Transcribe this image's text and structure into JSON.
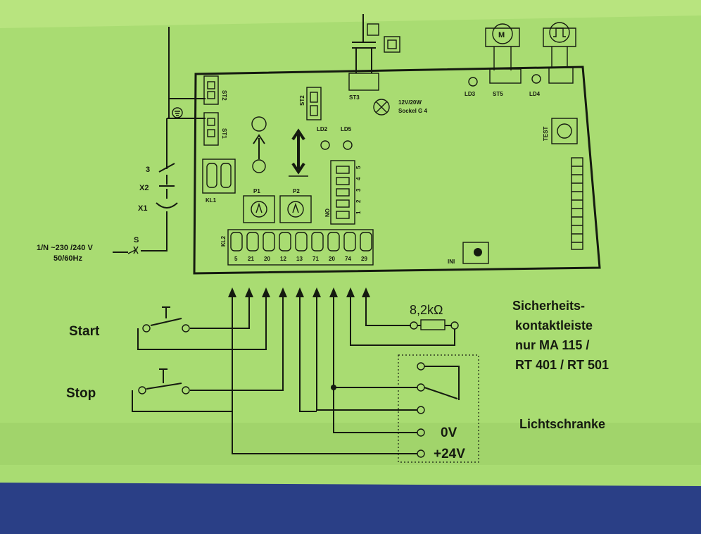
{
  "colors": {
    "paper": "#a9dc72",
    "ink": "#151a10",
    "backdrop": "#2a3f86"
  },
  "mains": {
    "supply": "1/N ~230 /240 V",
    "freq": "50/60Hz",
    "switch": "S",
    "x1": "X1",
    "x2": "X2",
    "t3": "3"
  },
  "board": {
    "st1": "ST1",
    "st2": "ST2",
    "st2b": "ST2",
    "st3": "ST3",
    "st5": "ST5",
    "ld2": "LD2",
    "ld3": "LD3",
    "ld4": "LD4",
    "ld5": "LD5",
    "p1": "P1",
    "p2": "P2",
    "kl1": "KL1",
    "kl2": "KL2",
    "on": "ON",
    "test": "TEST",
    "ini": "INI",
    "lamp_power": "12V/20W",
    "lamp_socket": "Sockel G 4",
    "motor_symbol": "M",
    "dip_numbers": [
      "1",
      "2",
      "3",
      "4",
      "5"
    ],
    "terminals": [
      "5",
      "21",
      "20",
      "12",
      "13",
      "71",
      "20",
      "74",
      "29"
    ]
  },
  "wiring": {
    "start": "Start",
    "stop": "Stop",
    "resistor": "8,2kΩ",
    "safety_line1": "Sicherheits-",
    "safety_line2": "kontaktleiste",
    "safety_line3": "nur MA 115 /",
    "safety_line4": "RT 401 / RT 501",
    "photocell": "Lichtschranke",
    "v0": "0V",
    "v24": "+24V"
  }
}
